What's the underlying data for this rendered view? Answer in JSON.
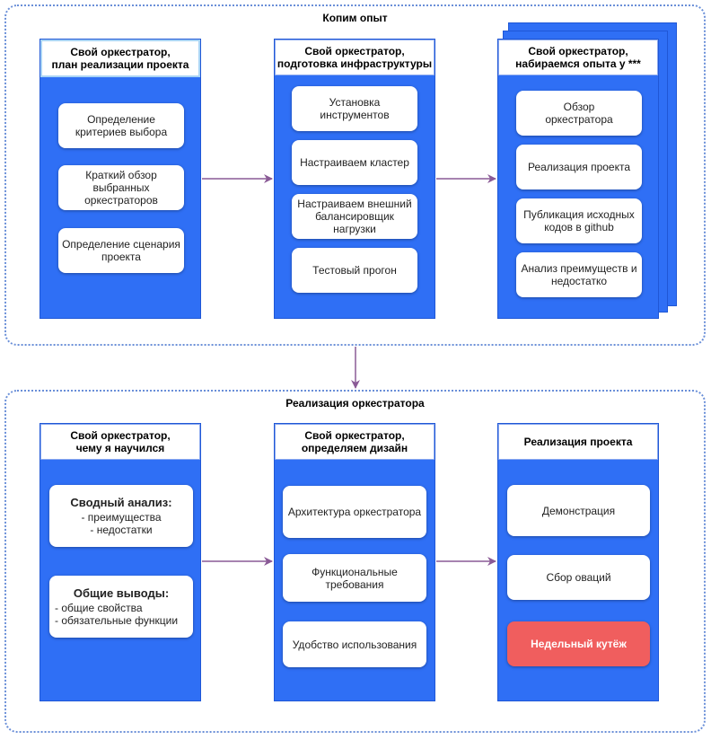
{
  "top_group": {
    "title": "Копим опыт",
    "col1": {
      "header_l1": "Свой оркестратор,",
      "header_l2": "план реализации проекта",
      "cards": [
        {
          "l1": "Определение",
          "l2": "критериев выбора"
        },
        {
          "l1": "Краткий обзор",
          "l2": "выбранных",
          "l3": "оркестраторов"
        },
        {
          "l1": "Определение сценария",
          "l2": "проекта"
        }
      ]
    },
    "col2": {
      "header_l1": "Свой оркестратор,",
      "header_l2": "подготовка инфраструктуры",
      "cards": [
        {
          "l1": "Установка",
          "l2": "инструментов"
        },
        {
          "l1": "Настраиваем кластер"
        },
        {
          "l1": "Настраиваем внешний",
          "l2": "балансировщик",
          "l3": "нагрузки"
        },
        {
          "l1": "Тестовый прогон"
        }
      ]
    },
    "col3": {
      "header_l1": "Свой оркестратор,",
      "header_l2": "набираемся опыта у ***",
      "cards": [
        {
          "l1": "Обзор",
          "l2": "оркестратора"
        },
        {
          "l1": "Реализация проекта"
        },
        {
          "l1": "Публикация исходных",
          "l2": "кодов в github"
        },
        {
          "l1": "Анализ преимуществ и",
          "l2": "недостатко"
        }
      ]
    }
  },
  "bottom_group": {
    "title": "Реализация оркестратора",
    "col1": {
      "header_l1": "Свой оркестратор,",
      "header_l2": "чему я научился",
      "cards": [
        {
          "title": "Сводный анализ:",
          "l1": "- преимущества",
          "l2": "- недостатки"
        },
        {
          "title": "Общие выводы:",
          "l1": "- общие свойства",
          "l2": "- обязательные функции"
        }
      ]
    },
    "col2": {
      "header_l1": "Свой оркестратор,",
      "header_l2": "определяем дизайн",
      "cards": [
        {
          "l1": "Архитектура оркестратора"
        },
        {
          "l1": "Функциональные",
          "l2": "требования"
        },
        {
          "l1": "Удобство использования"
        }
      ]
    },
    "col3": {
      "header_l1": "Реализация проекта",
      "cards": [
        {
          "l1": "Демонстрация"
        },
        {
          "l1": "Сбор оваций"
        },
        {
          "l1": "Недельный кутёж"
        }
      ]
    }
  },
  "colors": {
    "column_fill": "#2f6ff5",
    "group_border": "#6a8fd8",
    "arrow": "#8a5a96",
    "highlight_card": "#f05e5e"
  }
}
